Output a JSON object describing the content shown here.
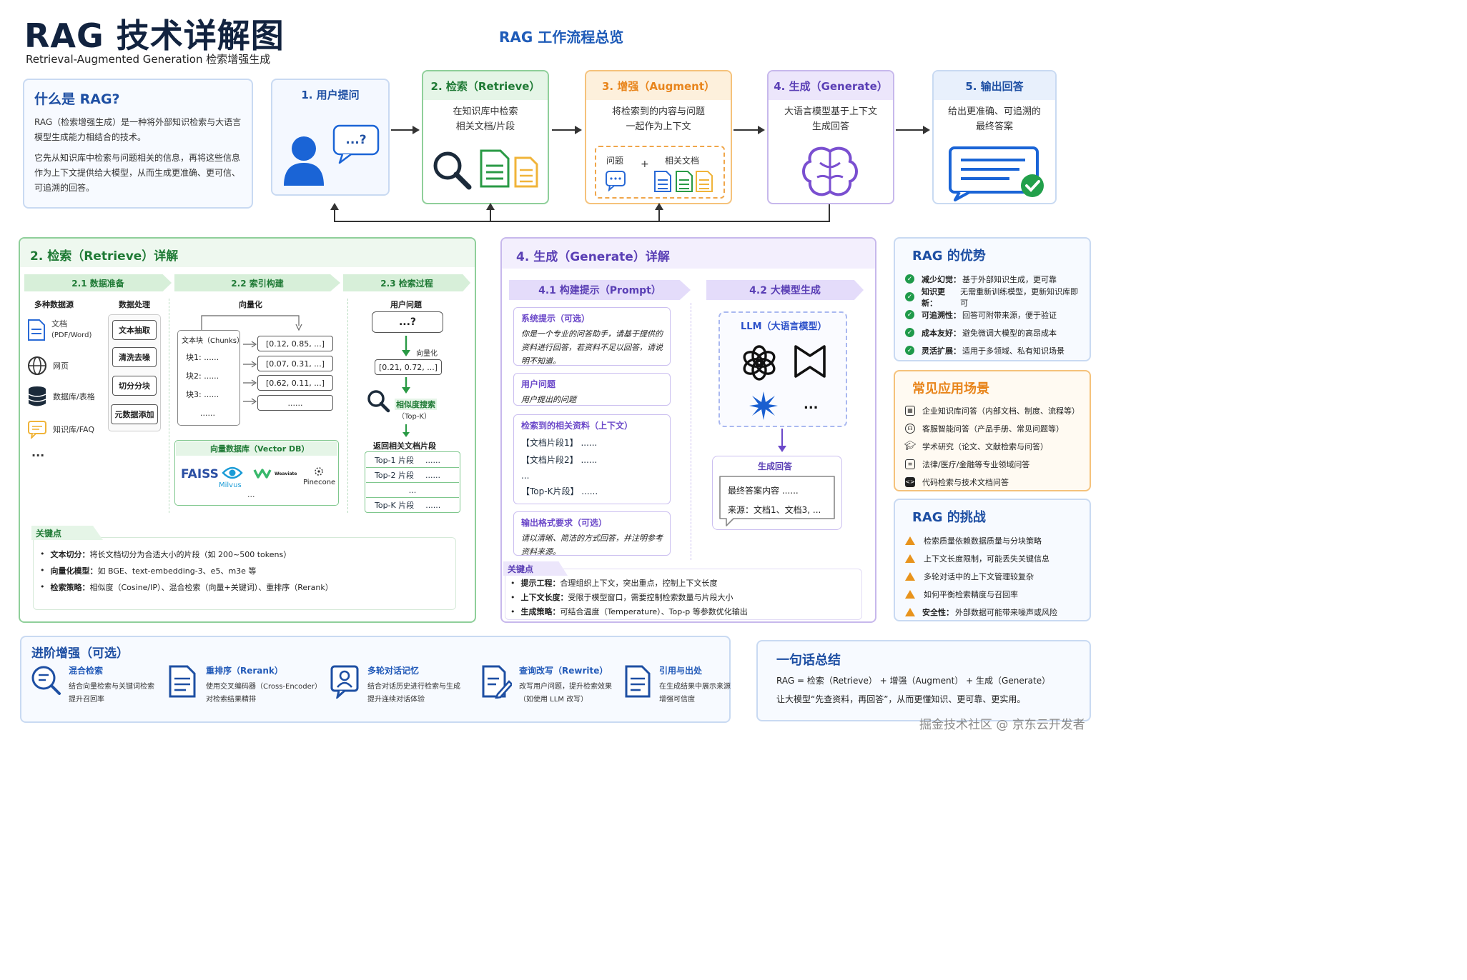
{
  "header": {
    "title": "RAG 技术详解图",
    "subtitle": "Retrieval-Augmented Generation 检索增强生成",
    "flow_title": "RAG 工作流程总览"
  },
  "what_is": {
    "title": "什么是 RAG?",
    "p1": "RAG（检索增强生成）是一种将外部知识检索与大语言模型生成能力相结合的技术。",
    "p2": "它先从知识库中检索与问题相关的信息，再将这些信息作为上下文提供给大模型，从而生成更准确、更可信、可追溯的回答。"
  },
  "flow": {
    "step1": {
      "title": "1. 用户提问",
      "bubble": "...?"
    },
    "step2": {
      "title": "2. 检索（Retrieve）",
      "desc1": "在知识库中检索",
      "desc2": "相关文档/片段"
    },
    "step3": {
      "title": "3. 增强（Augment）",
      "desc1": "将检索到的内容与问题",
      "desc2": "一起作为上下文",
      "q_label": "问题",
      "plus": "+",
      "doc_label": "相关文档"
    },
    "step4": {
      "title": "4. 生成（Generate）",
      "desc1": "大语言模型基于上下文",
      "desc2": "生成回答"
    },
    "step5": {
      "title": "5. 输出回答",
      "desc1": "给出更准确、可追溯的",
      "desc2": "最终答案"
    }
  },
  "retrieve": {
    "title": "2. 检索（Retrieve）详解",
    "stage1": "2.1  数据准备",
    "stage2": "2.2  索引构建",
    "stage3": "2.3  检索过程",
    "sources_title": "多种数据源",
    "sources": [
      {
        "icon": "document-icon",
        "label": "文档",
        "sub": "(PDF/Word)"
      },
      {
        "icon": "globe-icon",
        "label": "网页",
        "sub": ""
      },
      {
        "icon": "database-icon",
        "label": "数据库/表格",
        "sub": ""
      },
      {
        "icon": "chat-icon",
        "label": "知识库/FAQ",
        "sub": ""
      }
    ],
    "sources_more": "...",
    "processing_title": "数据处理",
    "processing": [
      "文本抽取",
      "清洗去噪",
      "切分分块",
      "元数据添加"
    ],
    "vectorize_title": "向量化",
    "chunks_title": "文本块（Chunks）",
    "chunks": [
      "块1: ......",
      "块2: ......",
      "块3: ......",
      "......"
    ],
    "vectors": [
      "[0.12, 0.85, ...]",
      "[0.07, 0.31, ...]",
      "[0.62, 0.11, ...]",
      "......"
    ],
    "vdb_title": "向量数据库（Vector DB）",
    "vdb_items": [
      "FAISS",
      "Milvus",
      "Weaviate",
      "Pinecone"
    ],
    "vdb_more": "...",
    "query_title": "用户问题",
    "query_bubble": "...?",
    "vectorize_label": "向量化",
    "query_vector": "[0.21, 0.72, ...]",
    "search_label": "相似度搜索",
    "search_sub": "（Top-K）",
    "return_title": "返回相关文档片段",
    "results": [
      {
        "label": "Top-1 片段",
        "dots": "......"
      },
      {
        "label": "Top-2 片段",
        "dots": "......"
      },
      {
        "label": "...",
        "dots": ""
      },
      {
        "label": "Top-K 片段",
        "dots": "......"
      }
    ],
    "key_title": "关键点",
    "keys": [
      {
        "b": "文本切分：",
        "t": "将长文档切分为合适大小的片段（如 200~500 tokens）"
      },
      {
        "b": "向量化模型：",
        "t": "如 BGE、text-embedding-3、e5、m3e 等"
      },
      {
        "b": "检索策略：",
        "t": "相似度（Cosine/IP）、混合检索（向量+关键词）、重排序（Rerank）"
      }
    ]
  },
  "generate": {
    "title": "4. 生成（Generate）详解",
    "bar1": "4.1  构建提示（Prompt）",
    "bar2": "4.2  大模型生成",
    "boxes": [
      {
        "t": "系统提示（可选）",
        "d": "你是一个专业的问答助手，请基于提供的资料进行回答，若资料不足以回答，请说明不知道。"
      },
      {
        "t": "用户问题",
        "d": "用户提出的问题"
      },
      {
        "t": "检索到的相关资料（上下文）",
        "l1": "【文档片段1】 ......",
        "l2": "【文档片段2】 ......",
        "l3": "...",
        "l4": "【Top-K片段】 ......"
      },
      {
        "t": "输出格式要求（可选）",
        "d": "请以清晰、简洁的方式回答，并注明参考资料来源。"
      }
    ],
    "llm_title": "LLM（大语言模型）",
    "llm_more": "...",
    "answer_title": "生成回答",
    "answer_l1": "最终答案内容 ......",
    "answer_l2": "来源：文档1、文档3, ...",
    "key_title": "关键点",
    "keys": [
      {
        "b": "提示工程：",
        "t": "合理组织上下文，突出重点，控制上下文长度"
      },
      {
        "b": "上下文长度：",
        "t": "受限于模型窗口，需要控制检索数量与片段大小"
      },
      {
        "b": "生成策略：",
        "t": "可结合温度（Temperature）、Top-p 等参数优化输出"
      }
    ]
  },
  "advantages": {
    "title": "RAG 的优势",
    "items": [
      {
        "b": "减少幻觉：",
        "t": "基于外部知识生成，更可靠"
      },
      {
        "b": "知识更新：",
        "t": "无需重新训练模型，更新知识库即可"
      },
      {
        "b": "可追溯性：",
        "t": "回答可附带来源，便于验证"
      },
      {
        "b": "成本友好：",
        "t": "避免微调大模型的高昂成本"
      },
      {
        "b": "灵活扩展：",
        "t": "适用于多领域、私有知识场景"
      }
    ]
  },
  "scenarios": {
    "title": "常见应用场景",
    "items": [
      {
        "icon": "building-icon",
        "t": "企业知识库问答（内部文档、制度、流程等）"
      },
      {
        "icon": "support-icon",
        "t": "客服智能问答（产品手册、常见问题等）"
      },
      {
        "icon": "graduation-cap-icon",
        "t": "学术研究（论文、文献检索与问答）"
      },
      {
        "icon": "law-document-icon",
        "t": "法律/医疗/金融等专业领域问答"
      },
      {
        "icon": "code-icon",
        "t": "代码检索与技术文档问答"
      }
    ]
  },
  "challenges": {
    "title": "RAG 的挑战",
    "items": [
      {
        "b": "",
        "t": "检索质量依赖数据质量与分块策略"
      },
      {
        "b": "",
        "t": "上下文长度限制，可能丢失关键信息"
      },
      {
        "b": "",
        "t": "多轮对话中的上下文管理较复杂"
      },
      {
        "b": "",
        "t": "如何平衡检索精度与召回率"
      },
      {
        "b": "安全性：",
        "t": "外部数据可能带来噪声或风险"
      }
    ]
  },
  "advanced": {
    "title": "进阶增强（可选）",
    "items": [
      {
        "icon": "hybrid-search-icon",
        "t": "混合检索",
        "d1": "结合向量检索与关键词检索",
        "d2": "提升召回率"
      },
      {
        "icon": "rerank-icon",
        "t": "重排序（Rerank）",
        "d1": "使用交叉编码器（Cross-Encoder）",
        "d2": "对检索结果精排"
      },
      {
        "icon": "dialog-memory-icon",
        "t": "多轮对话记忆",
        "d1": "结合对话历史进行检索与生成",
        "d2": "提升连续对话体验"
      },
      {
        "icon": "rewrite-icon",
        "t": "查询改写（Rewrite）",
        "d1": "改写用户问题，提升检索效果",
        "d2": "（如使用 LLM 改写）"
      },
      {
        "icon": "citation-icon",
        "t": "引用与出处",
        "d1": "在生成结果中展示来源",
        "d2": "增强可信度"
      }
    ]
  },
  "summary": {
    "title": "一句话总结",
    "l1": "RAG = 检索（Retrieve） + 增强（Augment） + 生成（Generate）",
    "l2": "让大模型“先查资料，再回答”，从而更懂知识、更可靠、更实用。"
  },
  "watermark": "掘金技术社区 @ 京东云开发者",
  "colors": {
    "blue": "#1e4fa3",
    "green": "#1f8a3c",
    "orange": "#e8851c",
    "purple": "#6b48c9"
  }
}
